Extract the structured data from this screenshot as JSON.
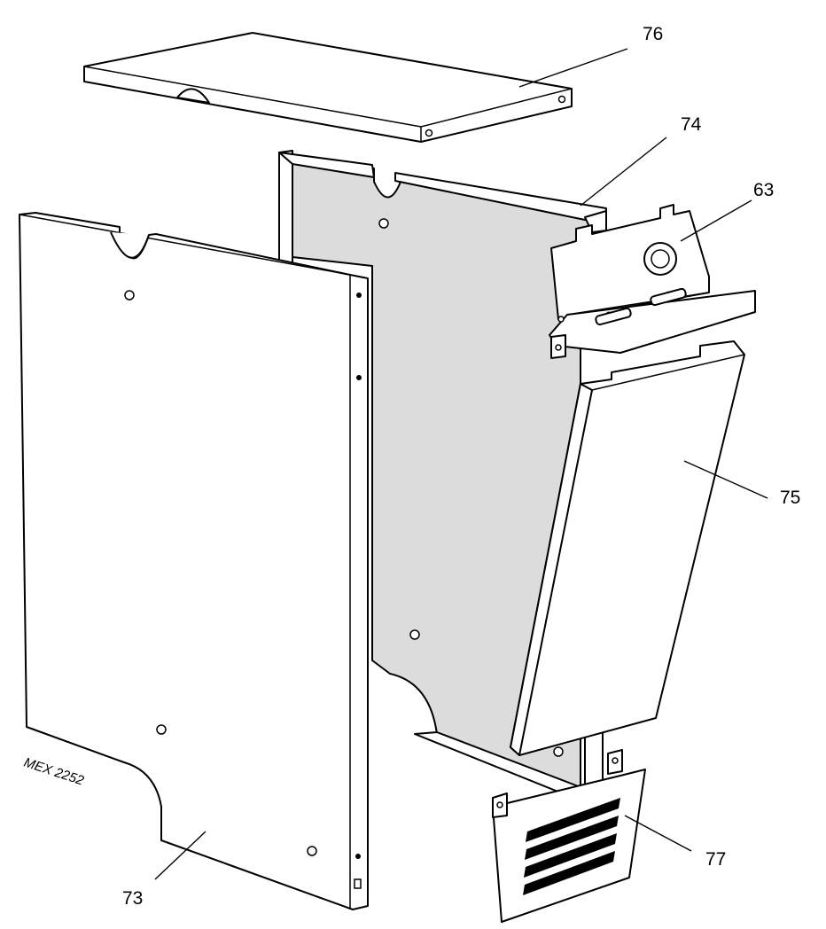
{
  "drawing_reference": "MEX 2252",
  "part_labels": {
    "p76": "76",
    "p74": "74",
    "p63": "63",
    "p75": "75",
    "p77": "77",
    "p73": "73"
  },
  "colors": {
    "line": "#000000",
    "panel_fill": "#ffffff",
    "back_panel_shade": "#dcdcdc"
  }
}
